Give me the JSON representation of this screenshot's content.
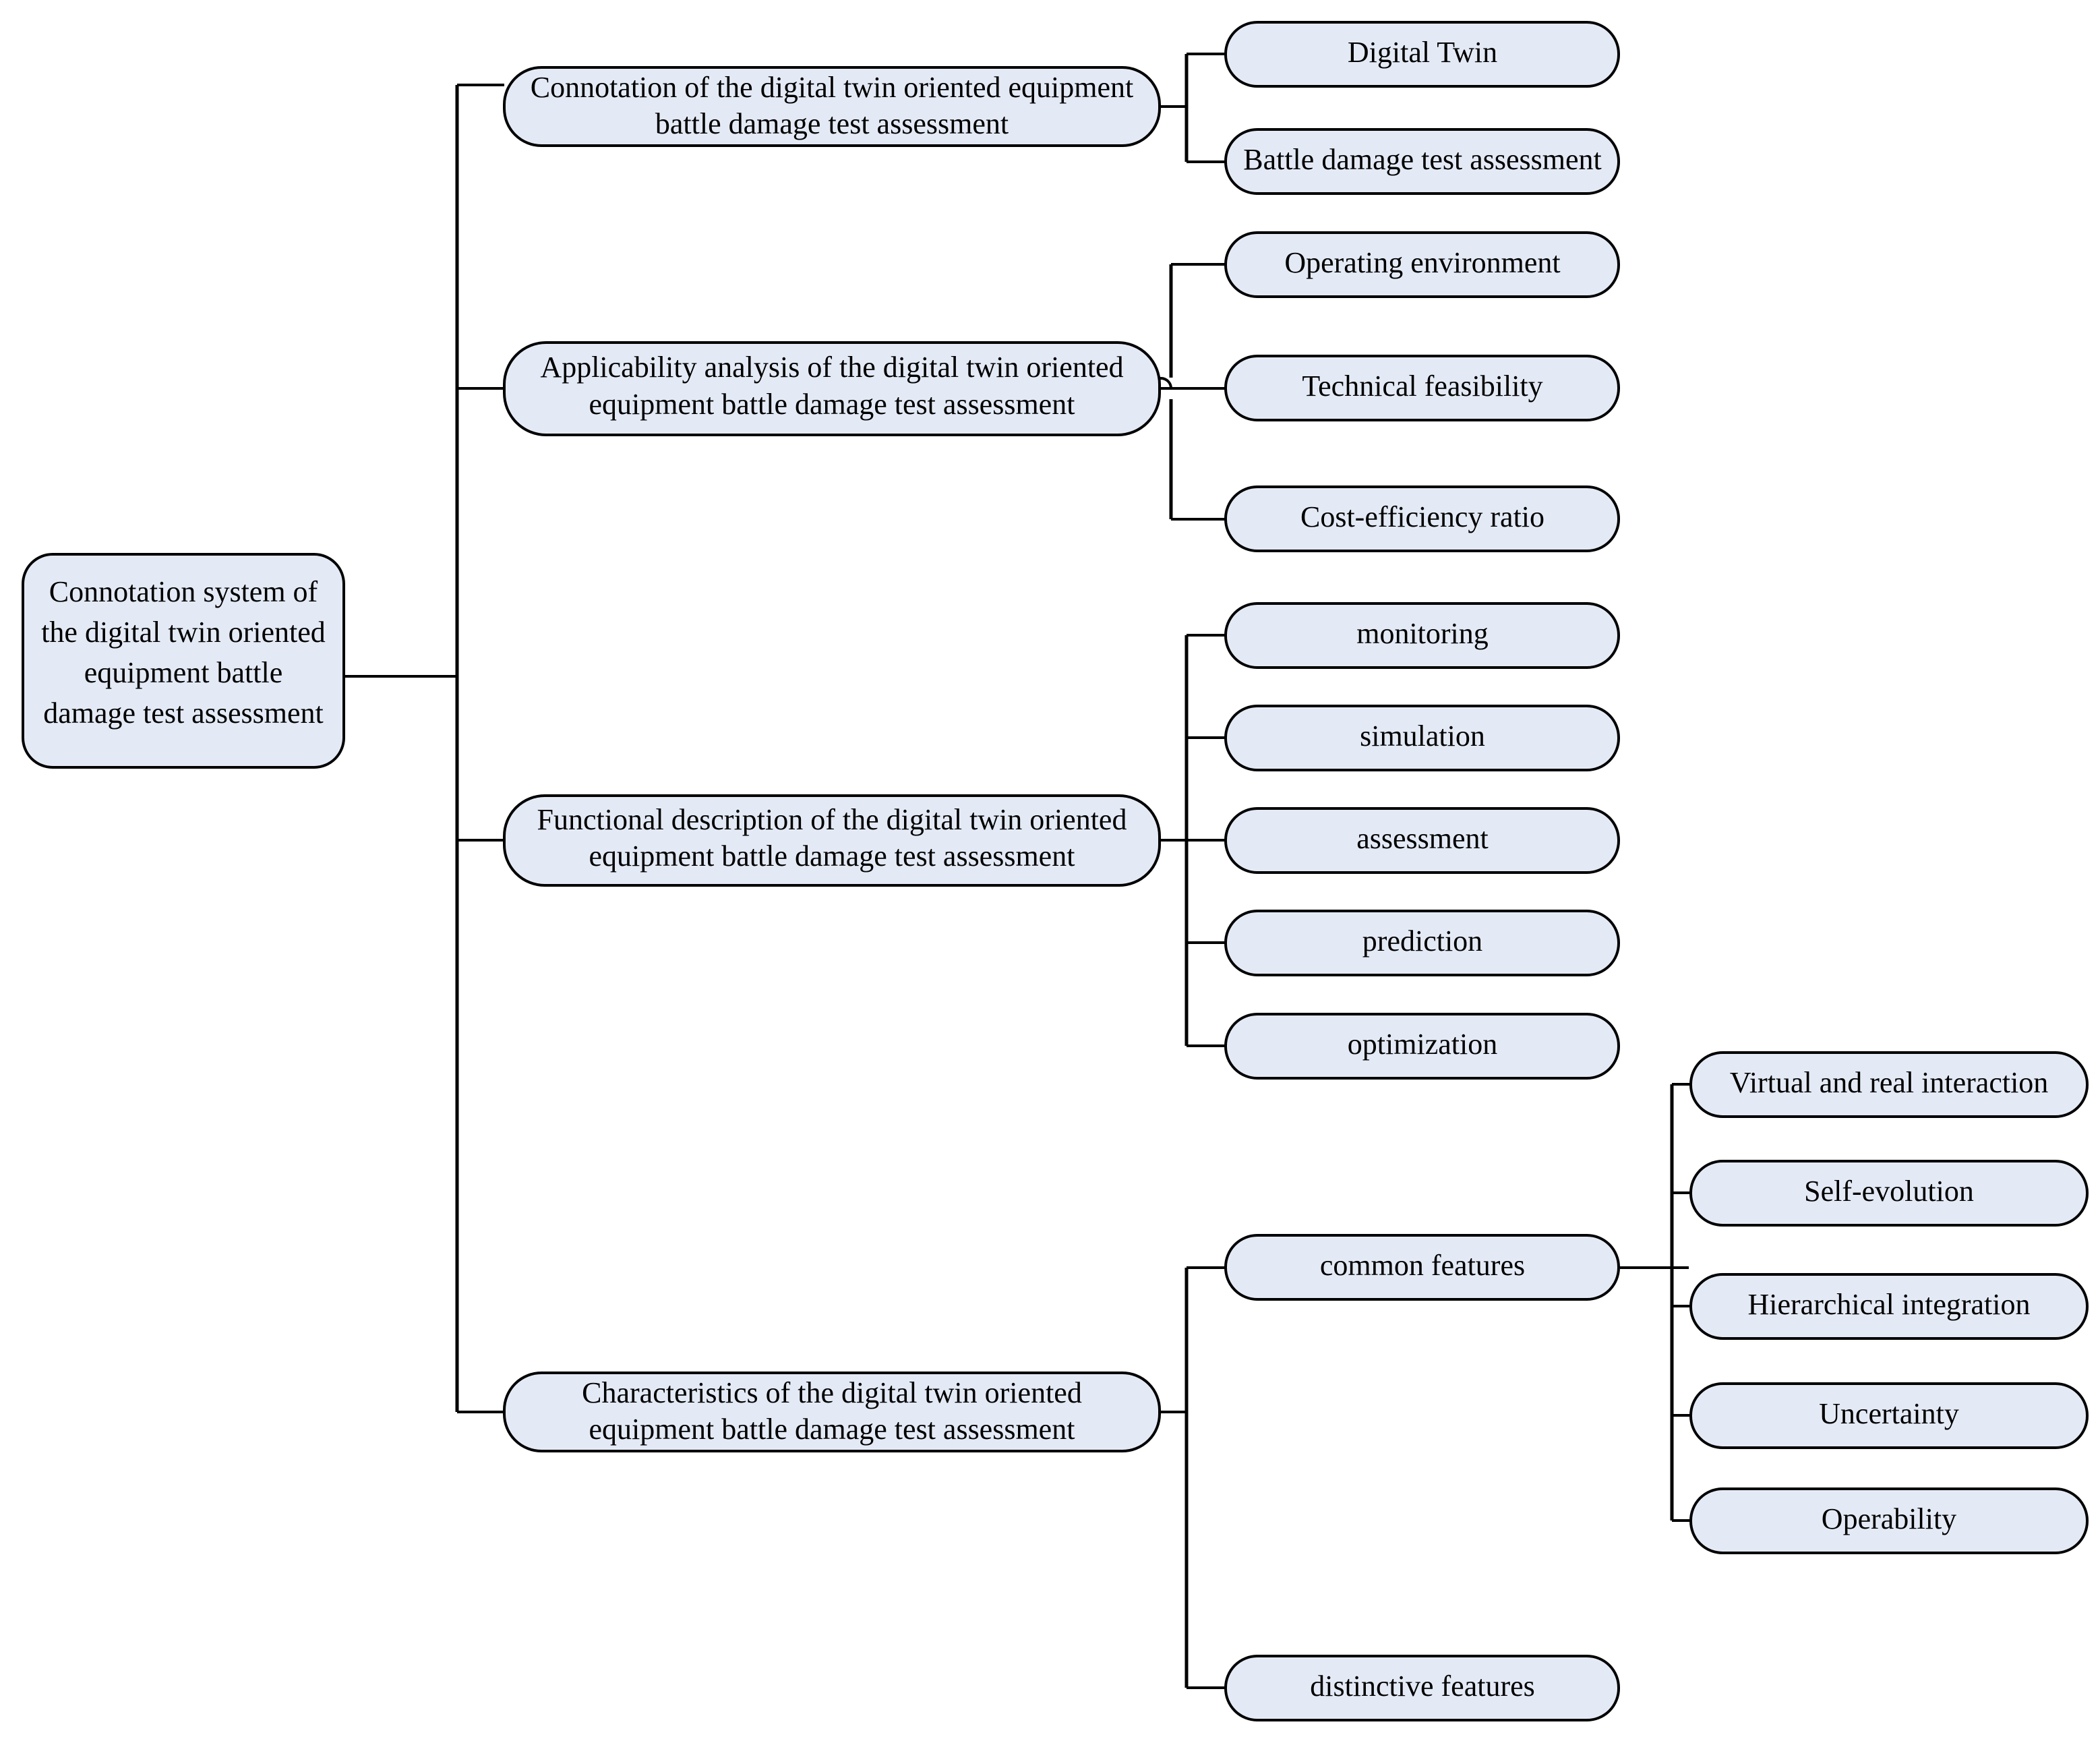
{
  "diagram": {
    "type": "tree-mindmap",
    "orientation": "left-to-right",
    "style": {
      "node_fill": "#e4eaf5",
      "node_stroke": "#000000",
      "connector_color": "#000000",
      "background": "#ffffff",
      "node_shape": "rounded-rectangle"
    },
    "root": {
      "id": "root",
      "label": "Connotation system of the digital twin oriented equipment battle damage test assessment",
      "lines": [
        "Connotation system of",
        "the digital twin oriented",
        "equipment battle",
        "damage test assessment"
      ]
    },
    "branches": [
      {
        "id": "connotation",
        "label": "Connotation of the digital twin oriented equipment battle damage test assessment",
        "lines": [
          "Connotation of the digital twin oriented equipment",
          "battle damage test assessment"
        ],
        "children": [
          {
            "id": "digital-twin",
            "label": "Digital Twin"
          },
          {
            "id": "battle-damage-test-assessment",
            "label": "Battle damage test assessment"
          }
        ]
      },
      {
        "id": "applicability",
        "label": "Applicability analysis of the digital twin oriented equipment battle damage test assessment",
        "lines": [
          "Applicability analysis of the digital twin oriented",
          "equipment battle damage test assessment"
        ],
        "children": [
          {
            "id": "operating-environment",
            "label": "Operating environment"
          },
          {
            "id": "technical-feasibility",
            "label": "Technical feasibility"
          },
          {
            "id": "cost-efficiency-ratio",
            "label": "Cost-efficiency ratio"
          }
        ]
      },
      {
        "id": "functional-description",
        "label": "Functional description of the digital twin oriented equipment battle damage test assessment",
        "lines": [
          "Functional description of the digital twin oriented",
          "equipment battle damage test assessment"
        ],
        "children": [
          {
            "id": "monitoring",
            "label": "monitoring"
          },
          {
            "id": "simulation",
            "label": "simulation"
          },
          {
            "id": "assessment",
            "label": "assessment"
          },
          {
            "id": "prediction",
            "label": "prediction"
          },
          {
            "id": "optimization",
            "label": "optimization"
          }
        ]
      },
      {
        "id": "characteristics",
        "label": "Characteristics of the digital twin oriented equipment battle damage test assessment",
        "lines": [
          "Characteristics of the digital twin oriented",
          "equipment battle damage test assessment"
        ],
        "children": [
          {
            "id": "common-features",
            "label": "common features",
            "children": [
              {
                "id": "virtual-and-real-interaction",
                "label": "Virtual and real interaction"
              },
              {
                "id": "self-evolution",
                "label": "Self-evolution"
              },
              {
                "id": "hierarchical-integration",
                "label": "Hierarchical integration"
              },
              {
                "id": "uncertainty",
                "label": "Uncertainty"
              },
              {
                "id": "operability",
                "label": "Operability"
              }
            ]
          },
          {
            "id": "distinctive-features",
            "label": "distinctive features"
          }
        ]
      }
    ]
  }
}
